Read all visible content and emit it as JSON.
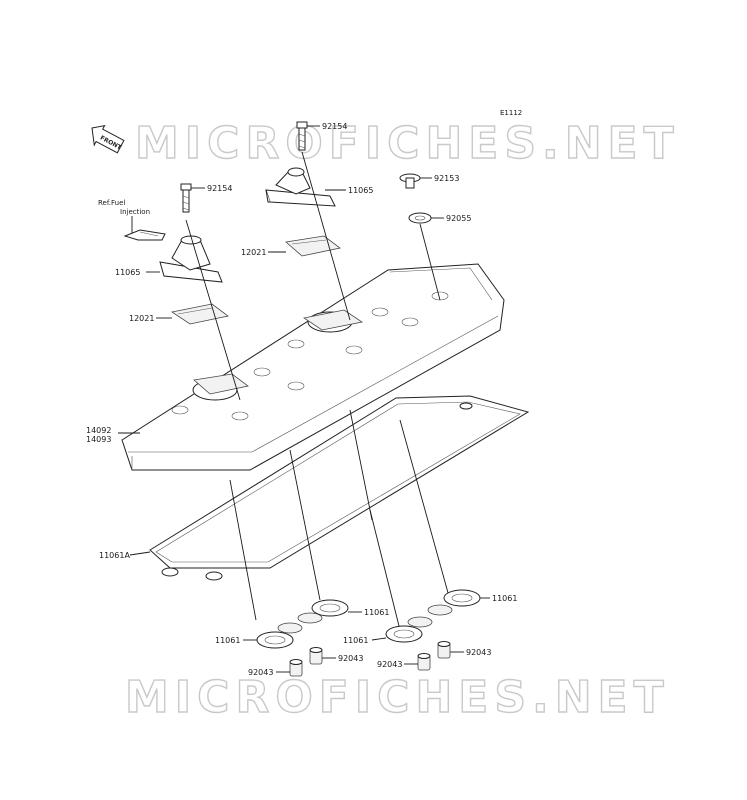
{
  "diagram": {
    "code": "E1112",
    "front_badge": "FRONT",
    "ref_note": [
      "Ref.Fuel",
      "Injection"
    ],
    "watermark": "MICROFICHES.NET",
    "parts": {
      "p92154_top": "92154",
      "p11065_right": "11065",
      "p92153": "92153",
      "p92154_left": "92154",
      "p92055": "92055",
      "p12021_right": "12021",
      "p11065_left": "11065",
      "p12021_left": "12021",
      "p14092": "14092",
      "p14093": "14093",
      "p11061A": "11061A",
      "p11061_r1": "11061",
      "p11061_mid": "11061",
      "p11061_left": "11061",
      "p11061_rmid": "11061",
      "p92043_a": "92043",
      "p92043_b": "92043",
      "p92043_c": "92043",
      "p92043_d": "92043"
    }
  }
}
